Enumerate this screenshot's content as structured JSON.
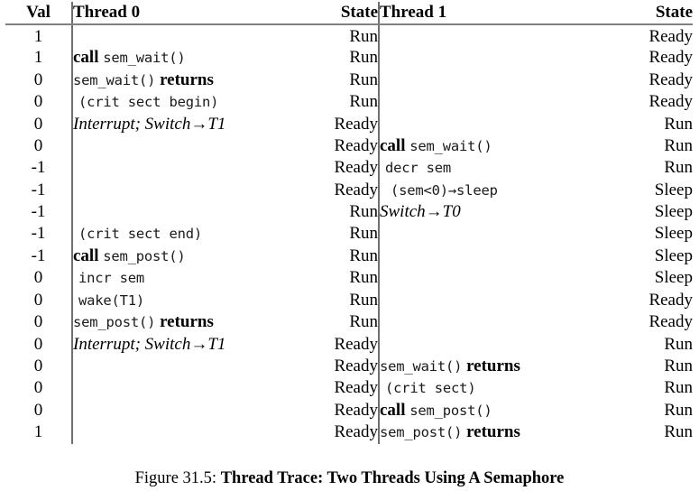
{
  "figure": {
    "caption_label": "Figure 31.5:",
    "caption_title": "Thread Trace: Two Threads Using A Semaphore"
  },
  "table": {
    "headers": {
      "val": "Val",
      "thread0": "Thread 0",
      "state0": "State",
      "thread1": "Thread 1",
      "state1": "State"
    },
    "rows": [
      {
        "val": "1",
        "t0": [],
        "s0": "Run",
        "t1": [],
        "s1": "Ready"
      },
      {
        "val": "1",
        "t0": [
          {
            "t": "call ",
            "c": "kw"
          },
          {
            "t": "sem_wait()",
            "c": "mono"
          }
        ],
        "s0": "Run",
        "t1": [],
        "s1": "Ready"
      },
      {
        "val": "0",
        "t0": [
          {
            "t": "sem_wait()",
            "c": "mono"
          },
          {
            "t": " returns",
            "c": "kw"
          }
        ],
        "s0": "Run",
        "t1": [],
        "s1": "Ready"
      },
      {
        "val": "0",
        "t0": [
          {
            "t": "(crit sect begin)",
            "c": "mono indent1"
          }
        ],
        "s0": "Run",
        "t1": [],
        "s1": "Ready"
      },
      {
        "val": "0",
        "t0": [
          {
            "t": "Interrupt; Switch→T1",
            "c": "ital"
          }
        ],
        "s0": "Ready",
        "t1": [],
        "s1": "Run"
      },
      {
        "val": "0",
        "t0": [],
        "s0": "Ready",
        "t1": [
          {
            "t": "call ",
            "c": "kw"
          },
          {
            "t": "sem_wait()",
            "c": "mono"
          }
        ],
        "s1": "Run"
      },
      {
        "val": "-1",
        "t0": [],
        "s0": "Ready",
        "t1": [
          {
            "t": "decr sem",
            "c": "mono indent1"
          }
        ],
        "s1": "Run"
      },
      {
        "val": "-1",
        "t0": [],
        "s0": "Ready",
        "t1": [
          {
            "t": "(sem<0)→sleep",
            "c": "mono indent2"
          }
        ],
        "s1": "Sleep"
      },
      {
        "val": "-1",
        "t0": [],
        "s0": "Run",
        "t1": [
          {
            "t": "Switch→T0",
            "c": "ital"
          }
        ],
        "s1": "Sleep"
      },
      {
        "val": "-1",
        "t0": [
          {
            "t": "(crit sect end)",
            "c": "mono indent1"
          }
        ],
        "s0": "Run",
        "t1": [],
        "s1": "Sleep"
      },
      {
        "val": "-1",
        "t0": [
          {
            "t": "call ",
            "c": "kw"
          },
          {
            "t": "sem_post()",
            "c": "mono"
          }
        ],
        "s0": "Run",
        "t1": [],
        "s1": "Sleep"
      },
      {
        "val": "0",
        "t0": [
          {
            "t": "incr sem",
            "c": "mono indent1"
          }
        ],
        "s0": "Run",
        "t1": [],
        "s1": "Sleep"
      },
      {
        "val": "0",
        "t0": [
          {
            "t": "wake(T1)",
            "c": "mono indent1"
          }
        ],
        "s0": "Run",
        "t1": [],
        "s1": "Ready"
      },
      {
        "val": "0",
        "t0": [
          {
            "t": "sem_post()",
            "c": "mono"
          },
          {
            "t": " returns",
            "c": "kw"
          }
        ],
        "s0": "Run",
        "t1": [],
        "s1": "Ready"
      },
      {
        "val": "0",
        "t0": [
          {
            "t": "Interrupt; Switch→T1",
            "c": "ital"
          }
        ],
        "s0": "Ready",
        "t1": [],
        "s1": "Run"
      },
      {
        "val": "0",
        "t0": [],
        "s0": "Ready",
        "t1": [
          {
            "t": "sem_wait()",
            "c": "mono"
          },
          {
            "t": " returns",
            "c": "kw"
          }
        ],
        "s1": "Run"
      },
      {
        "val": "0",
        "t0": [],
        "s0": "Ready",
        "t1": [
          {
            "t": "(crit sect)",
            "c": "mono indent1"
          }
        ],
        "s1": "Run"
      },
      {
        "val": "0",
        "t0": [],
        "s0": "Ready",
        "t1": [
          {
            "t": "call ",
            "c": "kw"
          },
          {
            "t": "sem_post()",
            "c": "mono"
          }
        ],
        "s1": "Run"
      },
      {
        "val": "1",
        "t0": [],
        "s0": "Ready",
        "t1": [
          {
            "t": "sem_post()",
            "c": "mono"
          },
          {
            "t": " returns",
            "c": "kw"
          }
        ],
        "s1": "Run"
      }
    ]
  }
}
